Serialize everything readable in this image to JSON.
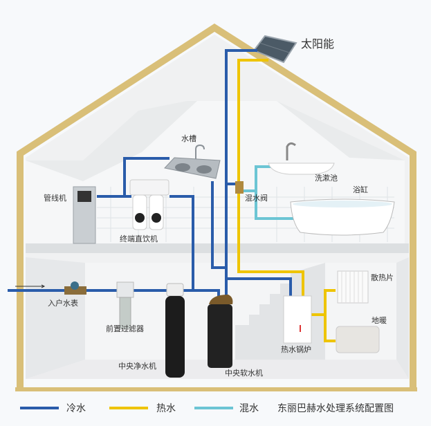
{
  "title": "东丽巴赫水处理系统配置图",
  "labels": {
    "solar": "太阳能",
    "sink": "水槽",
    "washbasin": "洗漱池",
    "bathtub": "浴缸",
    "pipeline_machine": "管线机",
    "mixing_valve": "混水阀",
    "terminal_drinker": "终端直饮机",
    "water_meter": "入户水表",
    "pre_filter": "前置过滤器",
    "central_purifier": "中央净水机",
    "central_softener": "中央软水机",
    "boiler": "热水锅炉",
    "radiator": "散热片",
    "floor_heating": "地暖"
  },
  "legend": [
    {
      "label": "冷水",
      "color": "#2a5caa"
    },
    {
      "label": "热水",
      "color": "#eec400"
    },
    {
      "label": "混水",
      "color": "#6cc5d4"
    }
  ],
  "colors": {
    "frame": "#d9bf78",
    "cold": "#2a5caa",
    "hot": "#eec400",
    "mixed": "#6cc5d4"
  }
}
